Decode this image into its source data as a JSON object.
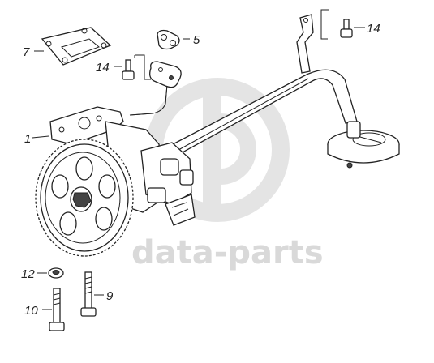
{
  "watermark": {
    "text": "data-parts"
  },
  "callouts": [
    {
      "id": "c1",
      "label": "1"
    },
    {
      "id": "c5",
      "label": "5"
    },
    {
      "id": "c7",
      "label": "7"
    },
    {
      "id": "c9",
      "label": "9"
    },
    {
      "id": "c10",
      "label": "10"
    },
    {
      "id": "c12",
      "label": "12"
    },
    {
      "id": "c14a",
      "label": "14"
    },
    {
      "id": "c14b",
      "label": "14"
    }
  ]
}
